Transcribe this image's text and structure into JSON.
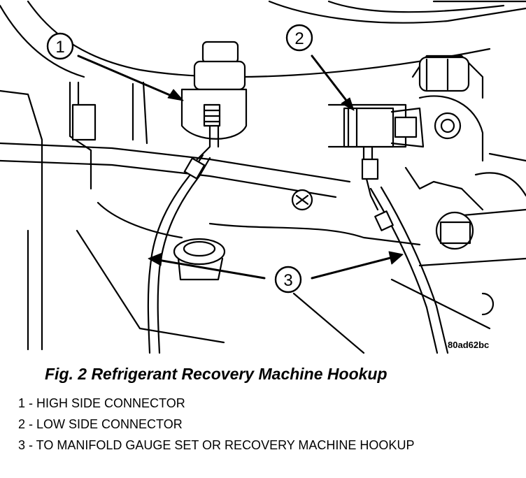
{
  "callouts": {
    "c1": "1",
    "c2": "2",
    "c3": "3"
  },
  "reference_code": "80ad62bc",
  "caption": "Fig. 2 Refrigerant Recovery Machine Hookup",
  "legend": [
    {
      "text": "1 - HIGH SIDE CONNECTOR"
    },
    {
      "text": "2 - LOW SIDE CONNECTOR"
    },
    {
      "text": "3 - TO MANIFOLD GAUGE SET OR RECOVERY MACHINE HOOKUP"
    }
  ]
}
